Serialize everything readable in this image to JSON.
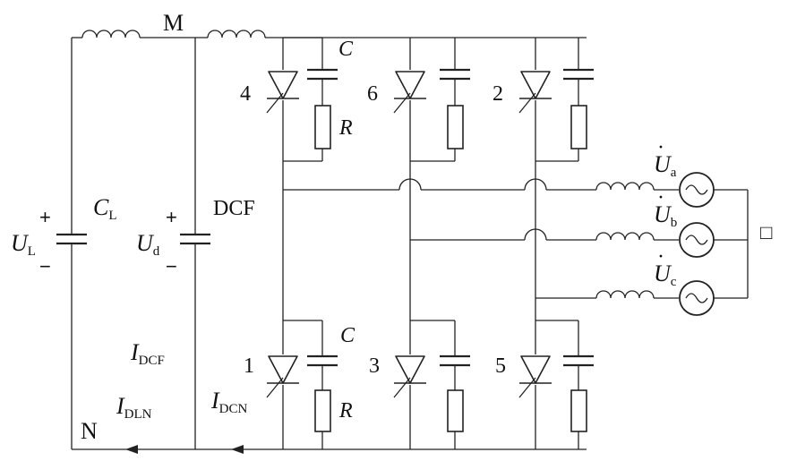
{
  "labels": {
    "node_m": "M",
    "node_n": "N",
    "cap_c": "C",
    "res_r": "R",
    "dcf": "DCF",
    "u_main": "U",
    "u_main_sub": "L",
    "c_main": "C",
    "c_main_sub": "L",
    "u_dc": "U",
    "u_dc_sub": "d",
    "i_dcf": "I",
    "i_dcf_sub": "DCF",
    "i_dln": "I",
    "i_dln_sub": "DLN",
    "i_dcn": "I",
    "i_dcn_sub": "DCN",
    "plus": "+",
    "minus": "−",
    "dot": "·",
    "ua": "U",
    "ua_sub": "a",
    "ub": "U",
    "ub_sub": "b",
    "uc": "U",
    "uc_sub": "c",
    "box_glyph": "□"
  },
  "thyristors": {
    "t1": "1",
    "t2": "2",
    "t3": "3",
    "t4": "4",
    "t5": "5",
    "t6": "6"
  }
}
